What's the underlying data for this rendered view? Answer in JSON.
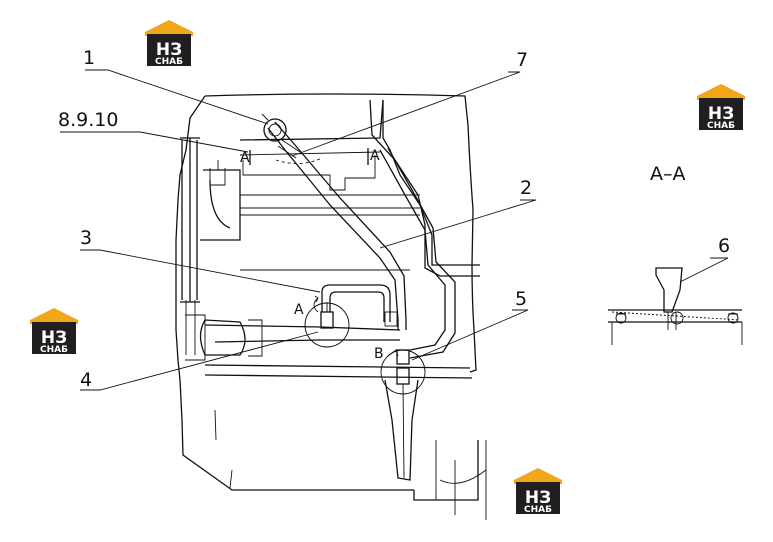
{
  "callouts": {
    "c1": "1",
    "c2": "2",
    "c3": "3",
    "c4": "4",
    "c5": "5",
    "c6": "6",
    "c7": "7",
    "c8910": "8.9.10"
  },
  "section_marks": {
    "view_title": "A–A",
    "a_left": "A",
    "a_right": "A",
    "a_detail": "A",
    "b_detail": "B"
  },
  "watermark": {
    "letters": "НЗ",
    "sub": "СНАБ",
    "colors": {
      "roof": "#f2a71b",
      "plate": "#1f1f1f"
    }
  }
}
